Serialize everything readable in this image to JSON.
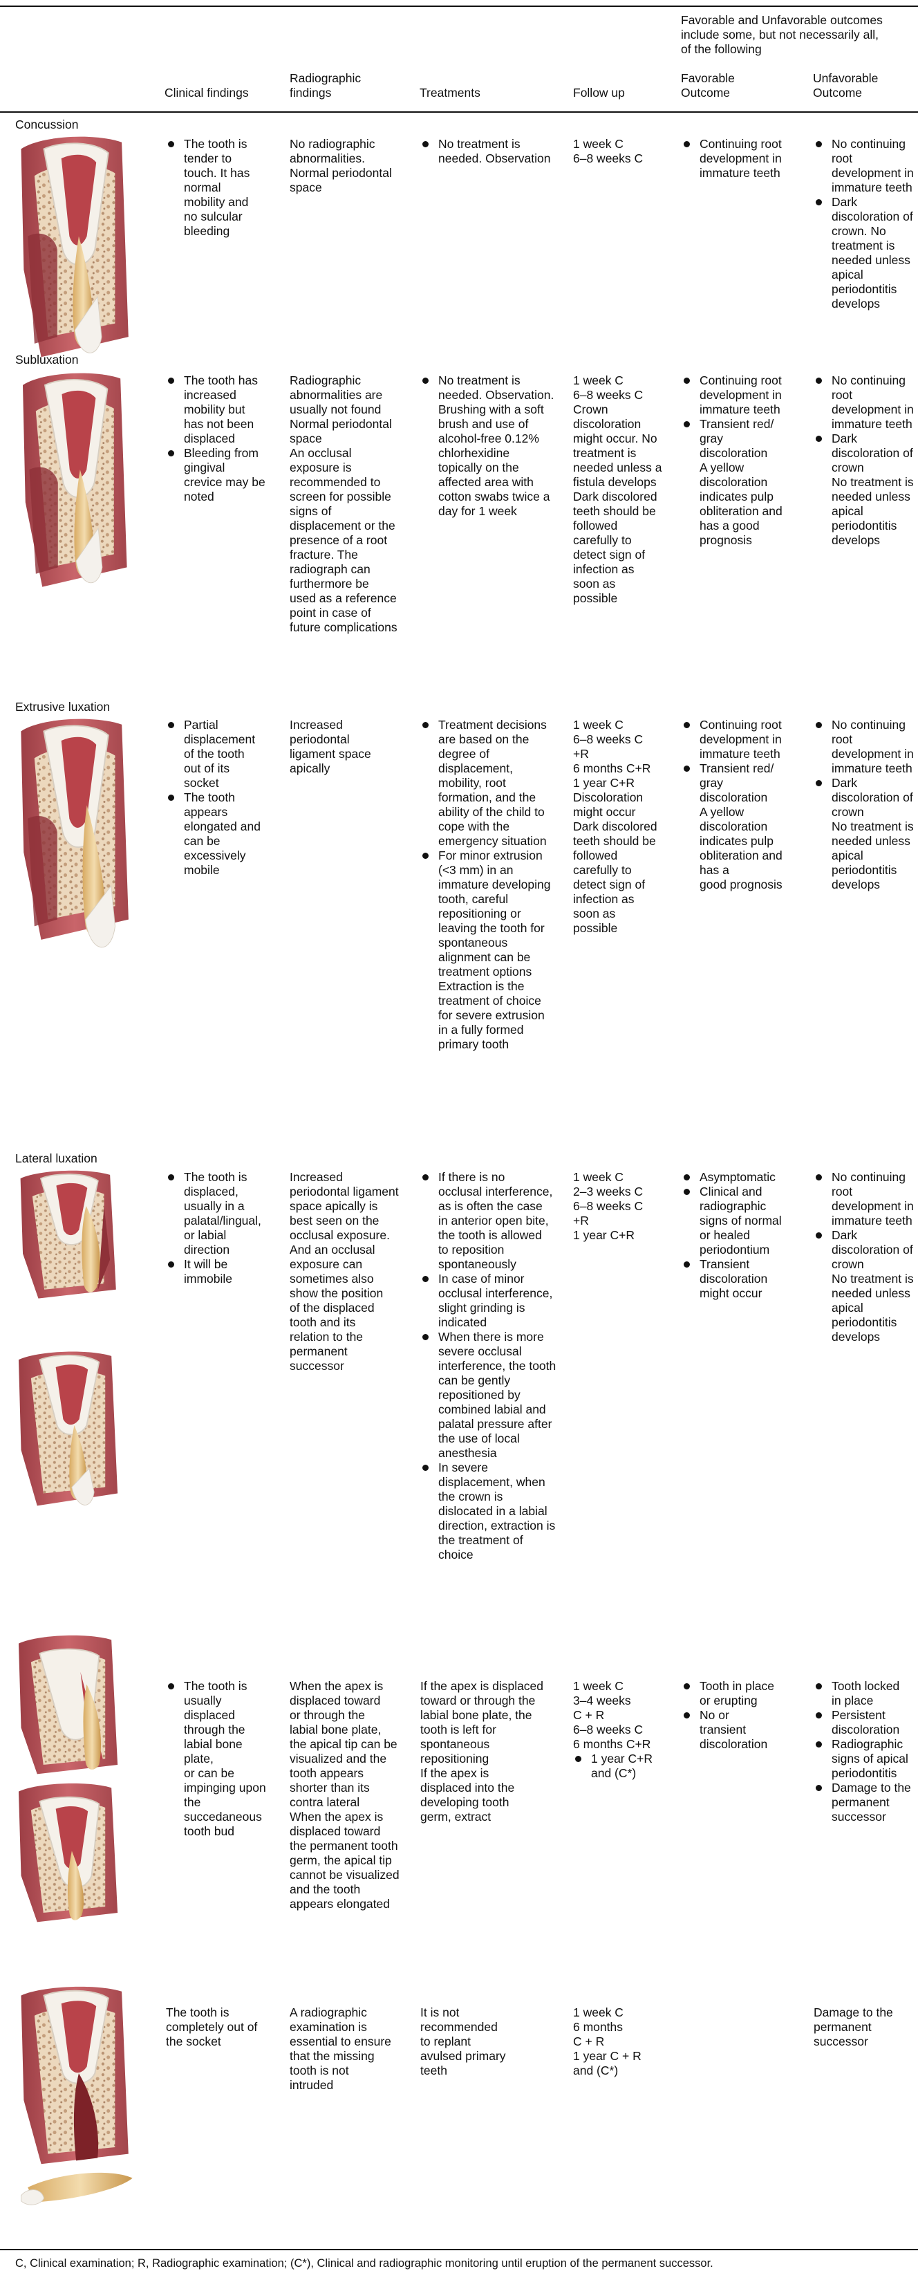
{
  "header": {
    "col_clinical": "Clinical findings",
    "col_radiographic": "Radiographic\nfindings",
    "col_treatments": "Treatments",
    "col_followup": "Follow up",
    "group_outcomes": "Favorable and Unfavorable outcomes\ninclude some, but not necessarily all,\nof the following",
    "col_favorable": "Favorable\nOutcome",
    "col_unfavorable": "Unfavorable\nOutcome"
  },
  "rows": [
    {
      "label": "Concussion",
      "clinical": [
        "The tooth is\ntender to\ntouch. It has\nnormal\nmobility and\nno sulcular\nbleeding"
      ],
      "radiographic": "No radiographic\nabnormalities.\nNormal periodontal\nspace",
      "treatments": [
        "No treatment is\nneeded. Observation"
      ],
      "followup": "1 week C\n6–8 weeks C",
      "favorable": [
        "Continuing root\ndevelopment in\nimmature teeth"
      ],
      "unfavorable": [
        "No continuing\nroot\ndevelopment in\nimmature teeth",
        "Dark\ndiscoloration of\ncrown. No\ntreatment is\nneeded unless\napical\nperiodontitis\ndevelops"
      ]
    },
    {
      "label": "Subluxation",
      "clinical": [
        "The tooth has\nincreased\nmobility but\nhas not been\ndisplaced",
        "Bleeding from\ngingival\ncrevice may be\nnoted"
      ],
      "radiographic": "Radiographic\nabnormalities are\nusually not found\nNormal periodontal\nspace\nAn occlusal\nexposure is\nrecommended to\nscreen for possible\nsigns of\ndisplacement or the\npresence of a root\nfracture. The\nradiograph can\nfurthermore be\nused as a reference\npoint in case of\nfuture complications",
      "treatments": [
        "No treatment is\nneeded. Observation.\nBrushing with a soft\nbrush and use of\nalcohol-free 0.12%\nchlorhexidine\ntopically on the\naffected area with\ncotton swabs twice a\nday for 1 week"
      ],
      "followup": "1 week C\n6–8 weeks C\nCrown\ndiscoloration\nmight occur. No\ntreatment is\nneeded unless a\nfistula develops\nDark discolored\nteeth should be\nfollowed\ncarefully to\ndetect sign of\ninfection as\nsoon as\npossible",
      "favorable": [
        "Continuing root\ndevelopment in\nimmature teeth",
        "Transient red/\ngray\ndiscoloration\nA yellow\ndiscoloration\nindicates pulp\nobliteration and\nhas a good\nprognosis"
      ],
      "unfavorable": [
        "No continuing\nroot\ndevelopment in\nimmature teeth",
        "Dark\ndiscoloration of\ncrown\nNo treatment is\nneeded unless\napical\nperiodontitis\ndevelops"
      ]
    },
    {
      "label": "Extrusive luxation",
      "clinical": [
        "Partial\ndisplacement\nof the tooth\nout of its\nsocket",
        "The tooth\nappears\nelongated and\ncan be\nexcessively\nmobile"
      ],
      "radiographic": "Increased\nperiodontal\nligament space\napically",
      "treatments": [
        "Treatment decisions\nare based on the\ndegree of\ndisplacement,\nmobility, root\nformation, and the\nability of the child to\ncope with the\nemergency situation",
        "For minor extrusion\n(<3 mm) in an\nimmature developing\ntooth, careful\nrepositioning or\nleaving the tooth for\nspontaneous\nalignment can be\ntreatment options\n Extraction is the\ntreatment of choice\nfor severe extrusion\nin a fully formed\nprimary tooth"
      ],
      "followup": "1 week C\n6–8 weeks C\n+R\n6 months C+R\n1 year C+R\nDiscoloration\nmight occur\nDark discolored\nteeth should be\nfollowed\ncarefully to\ndetect sign of\ninfection as\nsoon as\npossible",
      "favorable": [
        "Continuing root\ndevelopment in\nimmature teeth",
        "Transient red/\ngray\n discoloration\nA yellow\ndiscoloration\n indicates pulp\nobliteration and\nhas a\ngood prognosis"
      ],
      "unfavorable": [
        "No continuing\nroot\ndevelopment in\nimmature teeth",
        "Dark\ndiscoloration of\ncrown\nNo treatment is\nneeded unless\napical\nperiodontitis\ndevelops"
      ]
    },
    {
      "label": "Lateral luxation",
      "clinical": [
        "The tooth is\ndisplaced,\nusually in a\npalatal/lingual,\nor labial\ndirection",
        "It will be\nimmobile"
      ],
      "radiographic": "Increased\nperiodontal ligament\nspace apically is\nbest seen on the\nocclusal exposure.\nAnd an occlusal\nexposure can\nsometimes also\nshow the position\nof the displaced\ntooth and its\nrelation to the\npermanent\nsuccessor",
      "treatments": [
        "If there is no\nocclusal interference,\nas is often the case\nin anterior open bite,\nthe tooth is allowed\nto reposition\nspontaneously",
        "In case of minor\nocclusal interference,\nslight grinding is\nindicated",
        "When there is more\nsevere occlusal\ninterference, the tooth\ncan be gently\nrepositioned by\ncombined labial and\npalatal pressure after\nthe use of local\nanesthesia",
        "In severe\ndisplacement, when\nthe crown is\ndislocated in a labial\ndirection, extraction is\nthe treatment of\nchoice"
      ],
      "followup": "1 week C\n2–3 weeks C\n6–8 weeks C\n+R\n1 year C+R",
      "favorable": [
        "Asymptomatic",
        "Clinical and\nradiographic\nsigns of normal\nor healed\nperiodontium",
        "Transient\ndiscoloration\nmight occur"
      ],
      "unfavorable": [
        "No continuing\nroot\ndevelopment in\nimmature teeth",
        "Dark\ndiscoloration of\ncrown\nNo treatment is\nneeded unless\napical\nperiodontitis\ndevelops"
      ]
    },
    {
      "label": "",
      "clinical": [
        "The tooth is\nusually\ndisplaced\nthrough the\nlabial bone\nplate,\nor can be\nimpinging upon\nthe\nsuccedaneous\ntooth bud"
      ],
      "radiographic": "When the apex is\ndisplaced toward\nor through the\nlabial bone plate,\nthe apical tip can be\nvisualized and the\ntooth appears\nshorter than its\ncontra lateral\nWhen the apex is\ndisplaced toward\nthe permanent tooth\ngerm, the apical tip\ncannot be visualized\nand the tooth\nappears elongated",
      "treatments_text": "If the apex is displaced\ntoward or through the\nlabial bone plate, the\ntooth is left for\nspontaneous\nrepositioning\nIf the apex is\ndisplaced into the\ndeveloping tooth\ngerm, extract",
      "followup_text": "1 week C\n3–4 weeks\nC + R\n6–8 weeks C\n6 months C+R",
      "followup_bullet": "1 year C+R\nand (C*)",
      "favorable": [
        "Tooth in place\nor erupting",
        "No or\ntransient\ndiscoloration"
      ],
      "unfavorable": [
        "Tooth locked\nin place",
        "Persistent\ndiscoloration",
        "Radiographic\nsigns of apical\nperiodontitis",
        "Damage to the\npermanent\nsuccessor"
      ]
    },
    {
      "label": "",
      "clinical_text": "The tooth is\ncompletely out of\nthe socket",
      "radiographic": "A radiographic\nexamination is\nessential to ensure\nthat the missing\ntooth is not\nintruded",
      "treatments_text": "It is not\nrecommended\nto replant\navulsed primary\nteeth",
      "followup_text": "1 week C\n6 months\nC + R\n1 year C + R\nand (C*)",
      "unfavorable_text": "Damage to the\npermanent\nsuccessor"
    }
  ],
  "illustrations": [
    "concussion-tooth-icon",
    "subluxation-tooth-icon",
    "extrusive-luxation-tooth-icon",
    "lateral-luxation-tooth-icon-1",
    "lateral-luxation-tooth-icon-2",
    "intrusion-tooth-icon-1",
    "intrusion-tooth-icon-2",
    "avulsion-tooth-icon"
  ],
  "colors": {
    "gum": "#b8555a",
    "bone": "#e9d4b8",
    "enamel": "#f6f3ee",
    "pulp": "#b9434a",
    "root": "#e6c58e",
    "rule": "#111111"
  },
  "footnote": "C, Clinical examination; R, Radiographic examination; (C*), Clinical and radiographic monitoring until eruption of the permanent successor."
}
